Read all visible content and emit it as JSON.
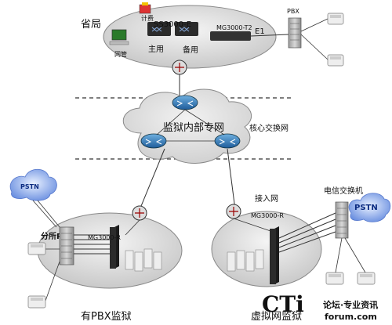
{
  "labels": {
    "provincial_bureau": "省局",
    "ss_server": "SS3000-E",
    "server_tag": "计费",
    "mg_top": "MG3000-T2",
    "e1": "E1",
    "pbx_top": "PBX",
    "netmgmt": "网管",
    "primary": "主用",
    "backup": "备用",
    "private_net": "监狱内部专网",
    "core_switch_net": "核心交换网",
    "pstn_left": "PSTN",
    "branch_pbx": "分所PBX",
    "mg_left": "MG3000-R",
    "access_net": "接入网",
    "telecom_switch": "电信交换机",
    "pstn_right": "PSTN",
    "mg_right": "MG3000-R",
    "prison_pbx": "有PBX监狱",
    "prison_virtual": "虚拟网监狱"
  },
  "watermark": {
    "brand": "CTi",
    "forum": "论坛·专业资讯",
    "domain": "forum.com"
  }
}
